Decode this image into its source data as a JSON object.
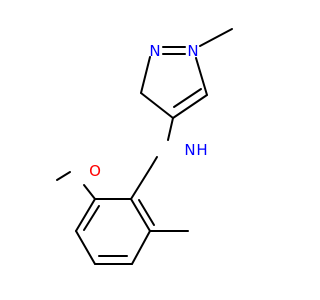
{
  "molecule": {
    "atom_labels": {
      "n_ring_1": "N",
      "n_ring_2": "N",
      "n_amine": "N",
      "h_amine": "H",
      "o_methoxy": "O"
    },
    "colors": {
      "nitrogen": "#0000ff",
      "oxygen": "#ff0000",
      "bond": "#000000"
    }
  }
}
